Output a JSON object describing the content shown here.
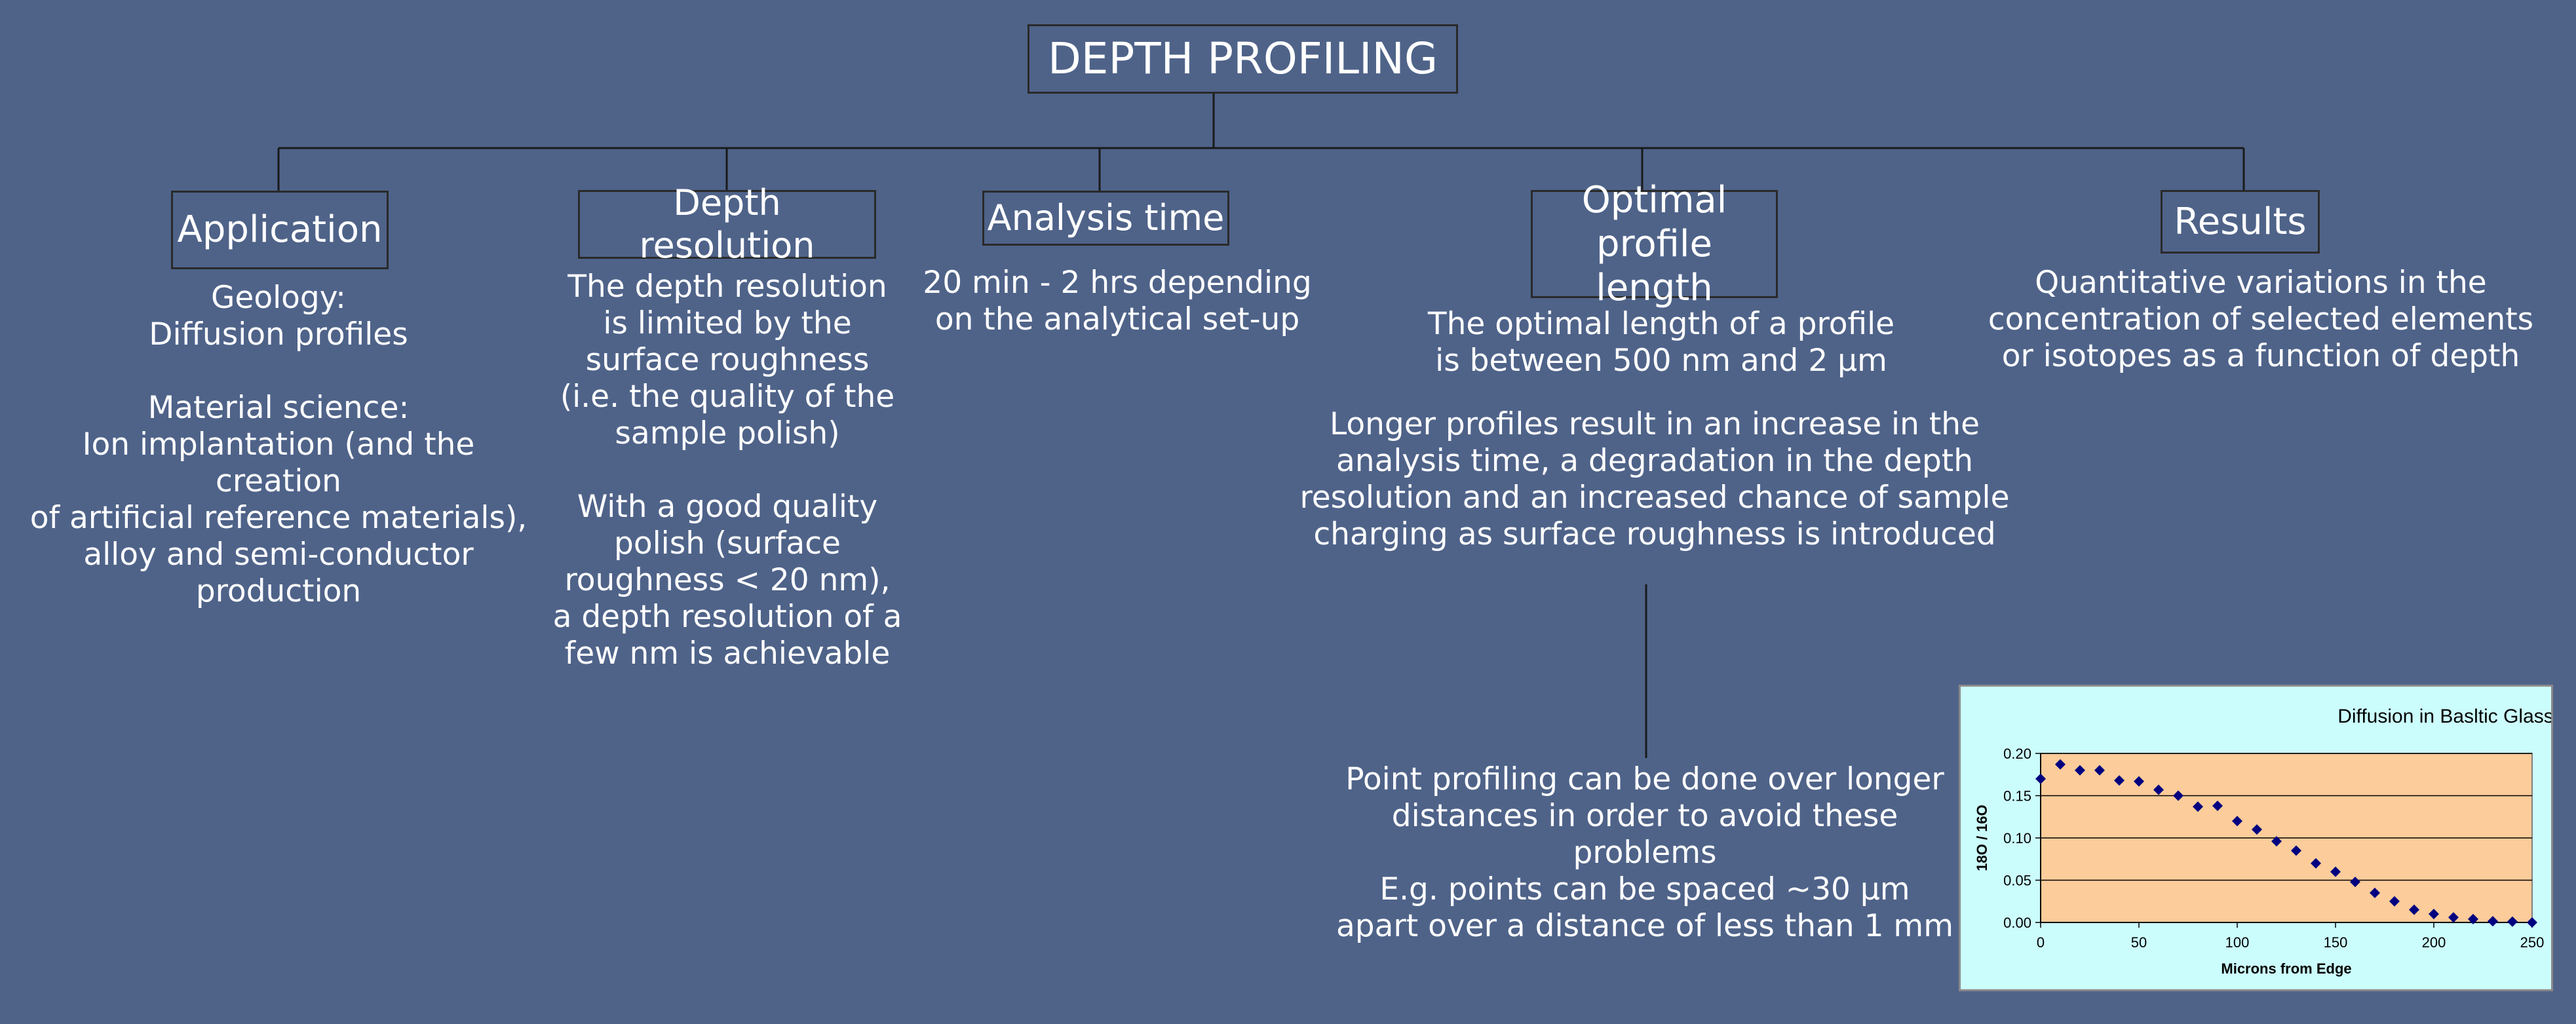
{
  "title": "DEPTH PROFILING",
  "columns": [
    {
      "heading": "Application",
      "body": "Geology:\nDiffusion profiles\n\nMaterial science:\nIon implantation (and the creation\nof artificial reference materials),\nalloy and semi-conductor\nproduction"
    },
    {
      "heading": "Depth resolution",
      "body": "The depth resolution\nis limited by the\nsurface roughness\n(i.e. the quality of the\nsample polish)\n\nWith a good quality\npolish (surface\nroughness < 20 nm),\na depth resolution of a\nfew nm is achievable"
    },
    {
      "heading": "Analysis time",
      "body": "20 min - 2 hrs depending\non the analytical set-up"
    },
    {
      "heading": "Optimal\nprofile length",
      "body": "The optimal length of a profile\nis between 500 nm and 2 μm",
      "body2": "Longer profiles result in an increase in the\nanalysis time, a degradation in the depth\nresolution and an increased chance of sample\ncharging as surface roughness is introduced",
      "body3": "Point profiling can be done over longer\ndistances in order to avoid these\nproblems\nE.g. points can be spaced ~30 μm\napart over a distance of less than 1 mm"
    },
    {
      "heading": "Results",
      "body": "Quantitative variations in the\nconcentration of selected elements\nor isotopes as a function of depth"
    }
  ],
  "chart_data": {
    "type": "scatter",
    "title": "Diffusion in Basltic Glass",
    "xlabel": "Microns from Edge",
    "ylabel": "18O / 16O",
    "xlim": [
      0,
      250
    ],
    "ylim": [
      0,
      0.2
    ],
    "xticks": [
      "0",
      "50",
      "100",
      "150",
      "200",
      "250"
    ],
    "yticks": [
      "0.00",
      "0.05",
      "0.10",
      "0.15",
      "0.20"
    ],
    "grid": true,
    "plot_bg": "#fccc9a",
    "panel_bg": "#ccfdfd",
    "marker_color": "#000080",
    "x": [
      0,
      10,
      20,
      30,
      40,
      50,
      60,
      70,
      80,
      90,
      100,
      110,
      120,
      130,
      140,
      150,
      160,
      170,
      180,
      190,
      200,
      210,
      220,
      230,
      240,
      250
    ],
    "y": [
      0.17,
      0.187,
      0.18,
      0.18,
      0.168,
      0.167,
      0.157,
      0.15,
      0.137,
      0.138,
      0.12,
      0.11,
      0.096,
      0.085,
      0.07,
      0.06,
      0.048,
      0.035,
      0.025,
      0.015,
      0.01,
      0.006,
      0.004,
      0.0015,
      0.001,
      0.0
    ]
  }
}
